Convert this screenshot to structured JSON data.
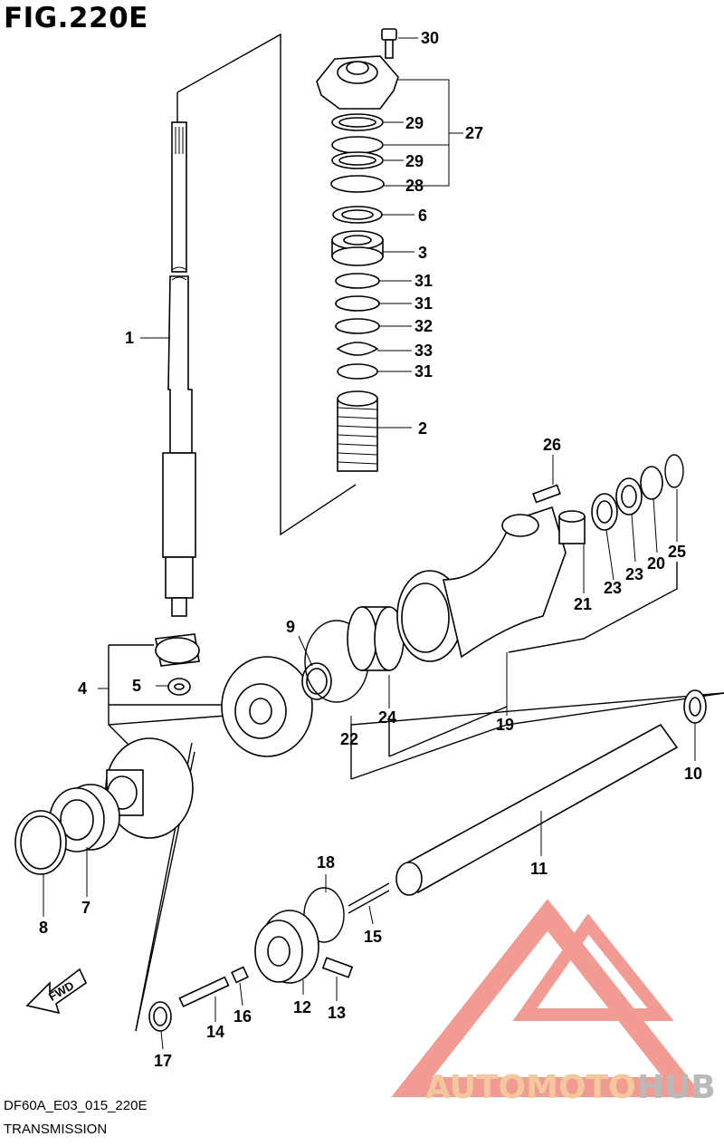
{
  "figure": {
    "title": "FIG.220E",
    "code": "DF60A_E03_015_220E",
    "name": "TRANSMISSION",
    "fwd_label": "FWD"
  },
  "watermark": {
    "word_a": "AUTOMOTO",
    "word_b": "HUB",
    "color_a": "#f4c89e",
    "color_b": "#b9b9b9",
    "logo_color": "#f08a80"
  },
  "callouts": [
    {
      "id": "c1",
      "text": "1"
    },
    {
      "id": "c2",
      "text": "2"
    },
    {
      "id": "c3",
      "text": "3"
    },
    {
      "id": "c4",
      "text": "4"
    },
    {
      "id": "c5",
      "text": "5"
    },
    {
      "id": "c6",
      "text": "6"
    },
    {
      "id": "c7",
      "text": "7"
    },
    {
      "id": "c8",
      "text": "8"
    },
    {
      "id": "c9",
      "text": "9"
    },
    {
      "id": "c10",
      "text": "10"
    },
    {
      "id": "c11",
      "text": "11"
    },
    {
      "id": "c12",
      "text": "12"
    },
    {
      "id": "c13",
      "text": "13"
    },
    {
      "id": "c14",
      "text": "14"
    },
    {
      "id": "c15",
      "text": "15"
    },
    {
      "id": "c16",
      "text": "16"
    },
    {
      "id": "c17",
      "text": "17"
    },
    {
      "id": "c18",
      "text": "18"
    },
    {
      "id": "c19",
      "text": "19"
    },
    {
      "id": "c20",
      "text": "20"
    },
    {
      "id": "c21",
      "text": "21"
    },
    {
      "id": "c22",
      "text": "22"
    },
    {
      "id": "c23a",
      "text": "23"
    },
    {
      "id": "c23b",
      "text": "23"
    },
    {
      "id": "c24",
      "text": "24"
    },
    {
      "id": "c25",
      "text": "25"
    },
    {
      "id": "c26",
      "text": "26"
    },
    {
      "id": "c27",
      "text": "27"
    },
    {
      "id": "c28",
      "text": "28"
    },
    {
      "id": "c29a",
      "text": "29"
    },
    {
      "id": "c29b",
      "text": "29"
    },
    {
      "id": "c30",
      "text": "30"
    },
    {
      "id": "c31a",
      "text": "31"
    },
    {
      "id": "c31b",
      "text": "31"
    },
    {
      "id": "c31c",
      "text": "31"
    },
    {
      "id": "c32",
      "text": "32"
    },
    {
      "id": "c33",
      "text": "33"
    }
  ]
}
